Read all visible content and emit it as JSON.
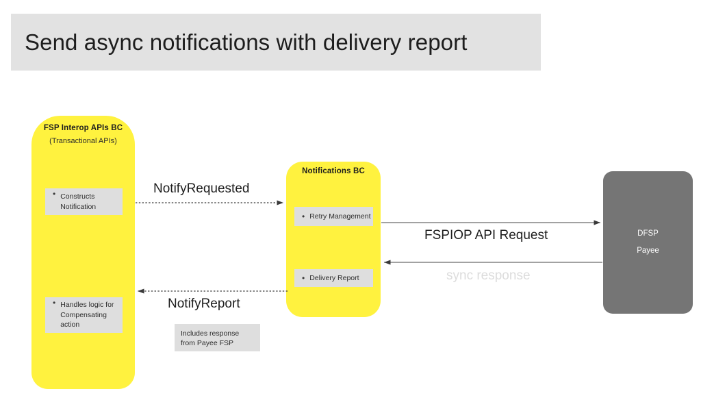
{
  "title": {
    "text": "Send async notifications with delivery report"
  },
  "boxes": {
    "fsp_interop": {
      "title": "FSP Interop APIs BC",
      "subtitle": "(Transactional APIs)",
      "capabilities": [
        {
          "bullet": "•",
          "text": "Constructs Notification"
        },
        {
          "bullet": "•",
          "text": "Handles logic for Compensating action"
        }
      ]
    },
    "notifications": {
      "title": "Notifications BC",
      "capabilities": [
        {
          "bullet": "•",
          "text": "Retry Management"
        },
        {
          "bullet": "•",
          "text": "Delivery Report"
        }
      ]
    },
    "dfsp": {
      "line1": "DFSP",
      "line2": "Payee"
    }
  },
  "notes": {
    "includes_response": "Includes response from Payee FSP"
  },
  "arrows": {
    "notify_requested": {
      "label": "NotifyRequested",
      "style": "dotted",
      "direction": "right"
    },
    "notify_report": {
      "label": "NotifyReport",
      "style": "dotted",
      "direction": "left"
    },
    "fspiop_api_request": {
      "label": "FSPIOP API Request",
      "style": "solid",
      "direction": "right"
    },
    "sync_response": {
      "label": "sync response",
      "style": "solid",
      "direction": "left"
    }
  },
  "colors": {
    "banner_background": "#e2e2e2",
    "yellow_box": "#fff23f",
    "grey_box": "#757575",
    "capability_box": "#dedede",
    "text_dark": "#1d1d1d",
    "text_muted": "#dcdcdc",
    "connector": "#3a3a3a"
  }
}
